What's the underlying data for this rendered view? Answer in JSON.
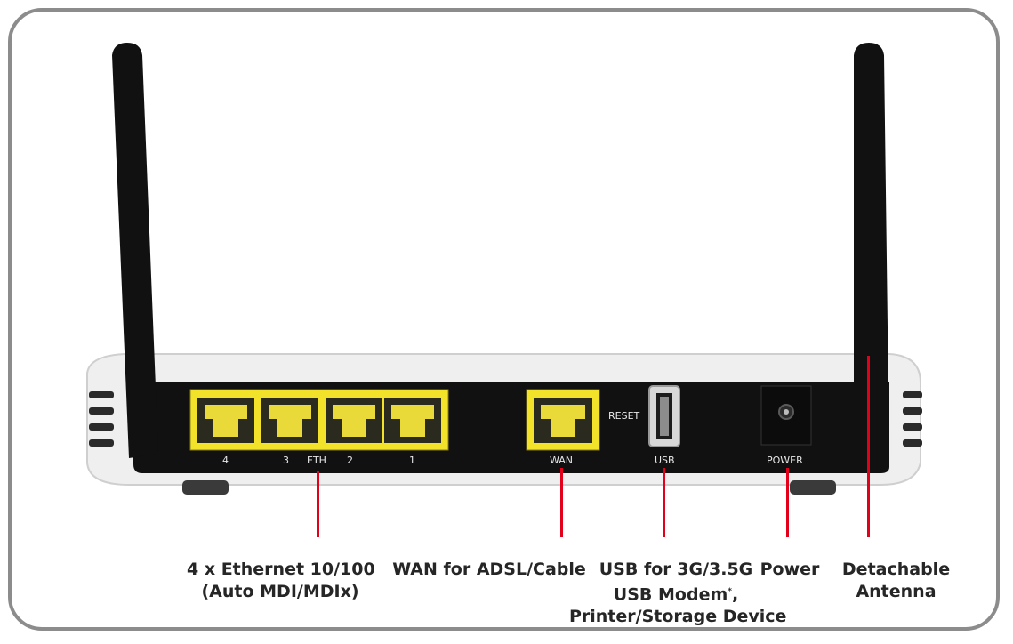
{
  "port_labels": {
    "eth4": "4",
    "eth3": "3",
    "eth": "ETH",
    "eth2": "2",
    "eth1": "1",
    "reset": "RESET",
    "wan": "WAN",
    "usb": "USB",
    "power": "POWER"
  },
  "callouts": {
    "ethernet": {
      "line1": "4 x Ethernet 10/100",
      "line2": "(Auto MDI/MDIx)"
    },
    "wan": {
      "line1": "WAN for ADSL/Cable"
    },
    "usb": {
      "line1": "USB for 3G/3.5G",
      "line2": "USB Modem",
      "line2_mark": "*",
      "line3": "Printer/Storage Device"
    },
    "power": {
      "line1": "Power"
    },
    "antenna": {
      "line1": "Detachable",
      "line2": "Antenna"
    }
  },
  "colors": {
    "frame_border": "#8c8c8c",
    "callout_line": "#e3001b",
    "port_yellow": "#f2e32a",
    "panel_black": "#111111",
    "label_text": "#262626"
  },
  "icons": [
    "router-image",
    "ethernet-port",
    "usb-port",
    "power-jack",
    "antenna"
  ]
}
